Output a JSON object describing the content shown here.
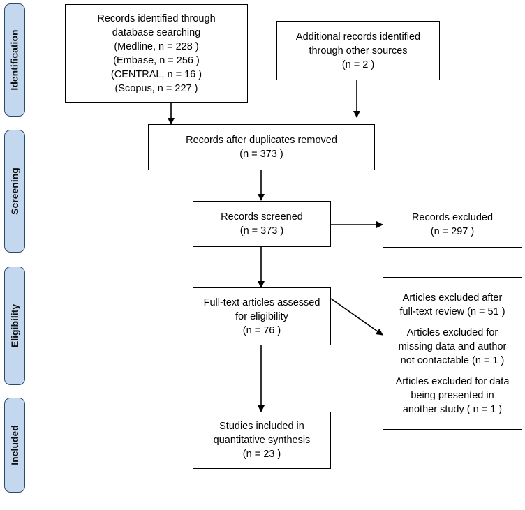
{
  "stages": {
    "identification": "Identification",
    "screening": "Screening",
    "eligibility": "Eligibility",
    "included": "Included"
  },
  "boxes": {
    "database_search": {
      "lines": [
        "Records identified through",
        "database searching",
        "(Medline, n = 228 )",
        "(Embase, n = 256 )",
        "(CENTRAL, n = 16 )",
        "(Scopus, n = 227 )"
      ]
    },
    "other_sources": {
      "lines": [
        "Additional records identified",
        "through other sources",
        "(n = 2 )"
      ]
    },
    "duplicates_removed": {
      "lines": [
        "Records after duplicates removed",
        "(n = 373 )"
      ]
    },
    "records_screened": {
      "lines": [
        "Records screened",
        "(n = 373 )"
      ]
    },
    "records_excluded": {
      "lines": [
        "Records excluded",
        "(n = 297 )"
      ]
    },
    "fulltext_assessed": {
      "lines": [
        "Full-text articles assessed",
        "for eligibility",
        "(n = 76 )"
      ]
    },
    "fulltext_excluded": {
      "groups": [
        [
          "Articles excluded after",
          "full-text review (n = 51 )"
        ],
        [
          "Articles excluded for",
          "missing data and author",
          "not contactable (n = 1 )"
        ],
        [
          "Articles excluded for data",
          "being presented in",
          "another study ( n = 1 )"
        ]
      ]
    },
    "studies_included": {
      "lines": [
        "Studies included in",
        "quantitative synthesis",
        "(n = 23 )"
      ]
    }
  },
  "colors": {
    "tab_fill": "#c3d7ee",
    "tab_border": "#2e4a6a",
    "line": "#000000"
  }
}
